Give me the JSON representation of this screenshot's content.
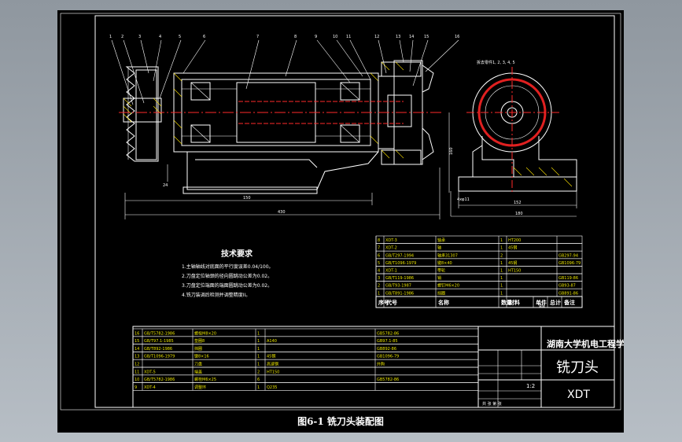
{
  "balloons": [
    "1",
    "2",
    "3",
    "4",
    "5",
    "6",
    "7",
    "8",
    "9",
    "10",
    "11",
    "12",
    "13",
    "14",
    "15",
    "16"
  ],
  "dimensions": {
    "d_left": "150",
    "d_total": "430",
    "d_center": "160",
    "d_right": "152",
    "d_base": "4xφ11",
    "d_width": "180",
    "d_height": "24"
  },
  "section_view_label": "拆去零件1, 2, 3, 4, 5",
  "tech_requirements": {
    "title": "技术要求",
    "items": [
      "1.主轴轴线对底面的平行度误差0.04/100。",
      "2.刀盘定位轴颈的径向圆跳动公差为0.02。",
      "3.刀盘定位端面的端面圆跳动公差为0.02。",
      "4.铣刀装调后检测并调整精度II。"
    ]
  },
  "bom_upper": [
    [
      "8",
      "XDT-3",
      "轴承",
      "1",
      "HT200",
      ""
    ],
    [
      "7",
      "XDT-2",
      "轴",
      "1",
      "45钢",
      ""
    ],
    [
      "6",
      "GB/T297-1994",
      "轴承31307",
      "2",
      "",
      "GB297-94"
    ],
    [
      "5",
      "GB/T1096-1979",
      "键8×40",
      "1",
      "45钢",
      "GB1096-79"
    ],
    [
      "4",
      "XDT-1",
      "带轮",
      "1",
      "HT150",
      ""
    ],
    [
      "3",
      "GB/T119-1986",
      "销",
      "1",
      "",
      "GB119-86"
    ],
    [
      "2",
      "GB/T93-1987",
      "螺钉M6×20",
      "1",
      "",
      "GB93-87"
    ],
    [
      "1",
      "GB/T891-1986",
      "挡圈",
      "1",
      "",
      "GB891-86"
    ]
  ],
  "bom_header": [
    "序号",
    "代号",
    "名称",
    "数量",
    "材料",
    "单件",
    "总计",
    "备注"
  ],
  "bom_header_sub": "重量",
  "bom_lower": [
    [
      "16",
      "GB/T5782-1986",
      "螺栓M8×20",
      "1",
      "",
      "GB5782-86"
    ],
    [
      "15",
      "GB/T97.1-1985",
      "垫圈8",
      "1",
      "A140",
      "GB97.1-85"
    ],
    [
      "14",
      "GB/T892-1986",
      "挡圈",
      "1",
      "",
      "GB892-86"
    ],
    [
      "13",
      "GB/T1096-1979",
      "键8×16",
      "1",
      "45钢",
      "GB1096-79"
    ],
    [
      "12",
      "",
      "刀盘",
      "1",
      "高速钢",
      "外购"
    ],
    [
      "11",
      "XDT-5",
      "端盖",
      "2",
      "HT150",
      ""
    ],
    [
      "10",
      "GB/T5782-1986",
      "螺栓M6×25",
      "6",
      "",
      "GB5782-86"
    ],
    [
      "9",
      "XDT-4",
      "调整环",
      "1",
      "Q235",
      ""
    ]
  ],
  "title_block": {
    "school": "湖南大学机电工程学院",
    "drawing_name": "铣刀头",
    "code": "XDT",
    "scale": "1:2",
    "sheet": "共 张 第 张"
  },
  "caption": "图6-1 铣刀头装配图",
  "colors": {
    "sheet": "#000000",
    "lines": "#ffffff",
    "center": "#ff2a2a",
    "hatch": "#ffe400",
    "bg": "#a8b0b8"
  }
}
